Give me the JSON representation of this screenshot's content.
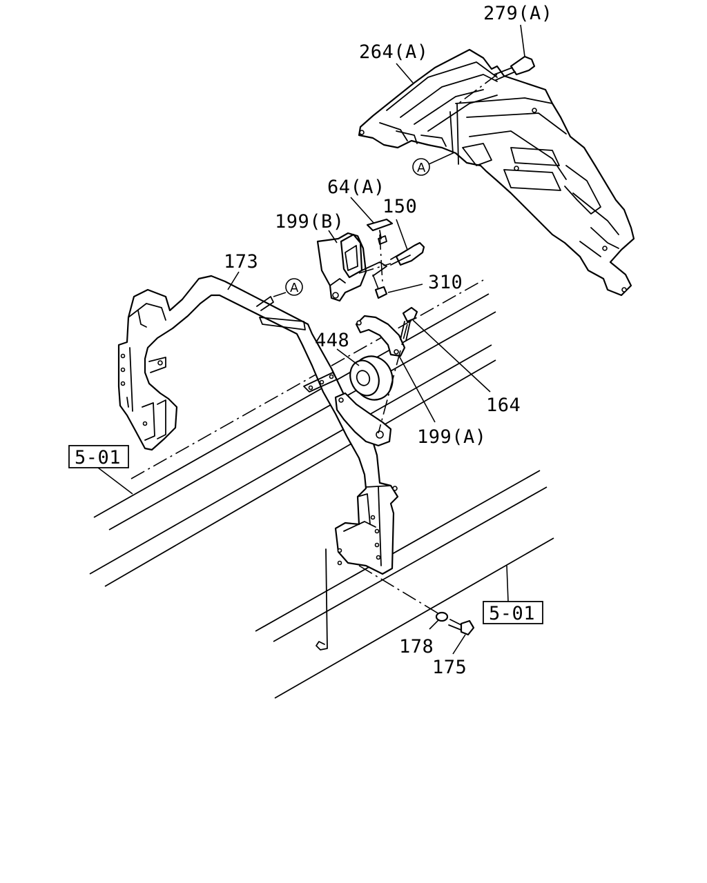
{
  "labels": {
    "l279a": "279(A)",
    "l264a": "264(A)",
    "l64a": "64(A)",
    "l150": "150",
    "l199b": "199(B)",
    "l173": "173",
    "l310": "310",
    "l448": "448",
    "l164": "164",
    "l199a": "199(A)",
    "l501_left": "5-01",
    "l501_right": "5-01",
    "l178": "178",
    "l175": "175"
  },
  "refs": {
    "ref_a_top": "A",
    "ref_a_mid": "A"
  }
}
